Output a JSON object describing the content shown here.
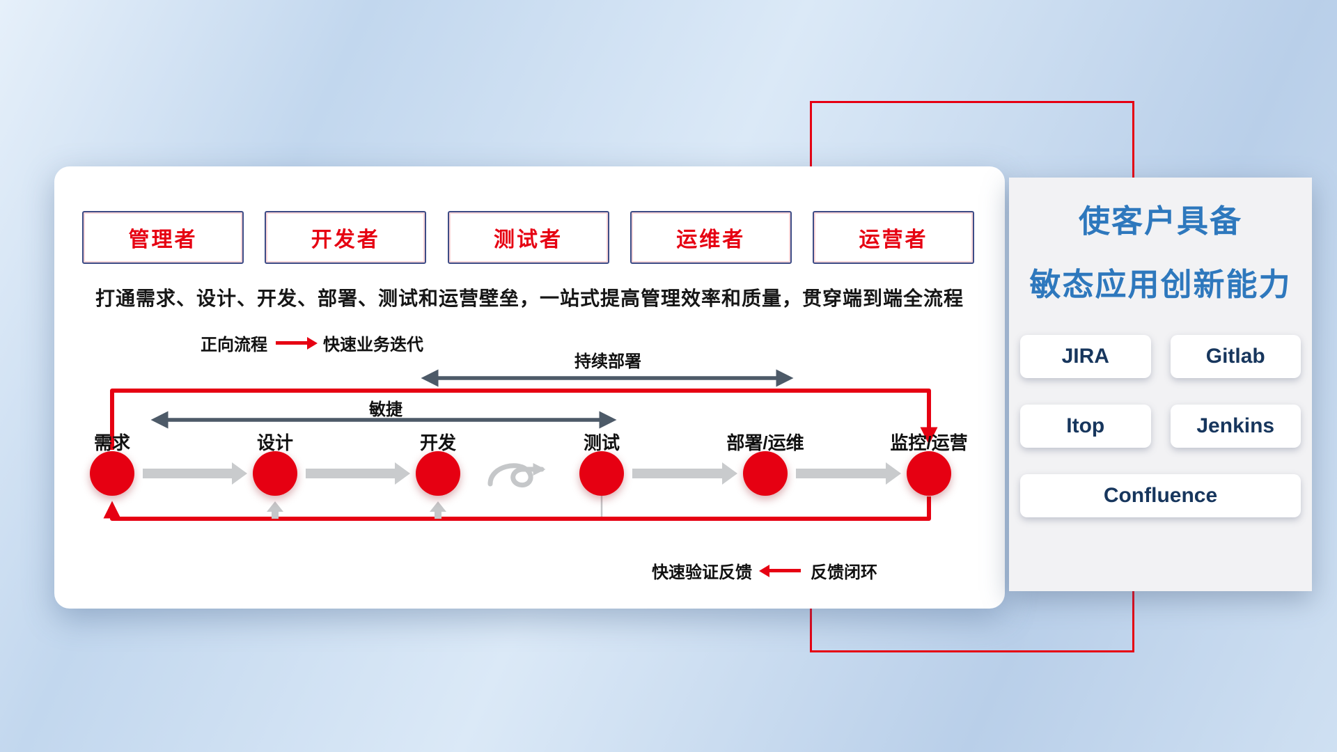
{
  "card": {
    "roles": [
      "管理者",
      "开发者",
      "测试者",
      "运维者",
      "运营者"
    ],
    "subtitle": "打通需求、设计、开发、部署、测试和运营壁垒，一站式提高管理效率和质量，贯穿端到端全流程",
    "legend_forward": {
      "label": "正向流程",
      "desc": "快速业务迭代"
    },
    "flow": {
      "continuous_deploy": "持续部署",
      "agile": "敏捷",
      "stages": [
        "需求",
        "设计",
        "开发",
        "测试",
        "部署/运维",
        "监控/运营"
      ]
    },
    "legend_feedback": {
      "desc": "快速验证反馈",
      "label": "反馈闭环"
    }
  },
  "panel": {
    "title_line1": "使客户具备",
    "title_line2": "敏态应用创新能力",
    "tools": [
      "JIRA",
      "Gitlab",
      "Itop",
      "Jenkins",
      "Confluence"
    ]
  },
  "colors": {
    "accent_red": "#e60012",
    "title_blue": "#2e78bd",
    "tool_navy": "#17365d",
    "arrow_dark": "#4d5a68",
    "arrow_gray": "#c5c7c9"
  }
}
